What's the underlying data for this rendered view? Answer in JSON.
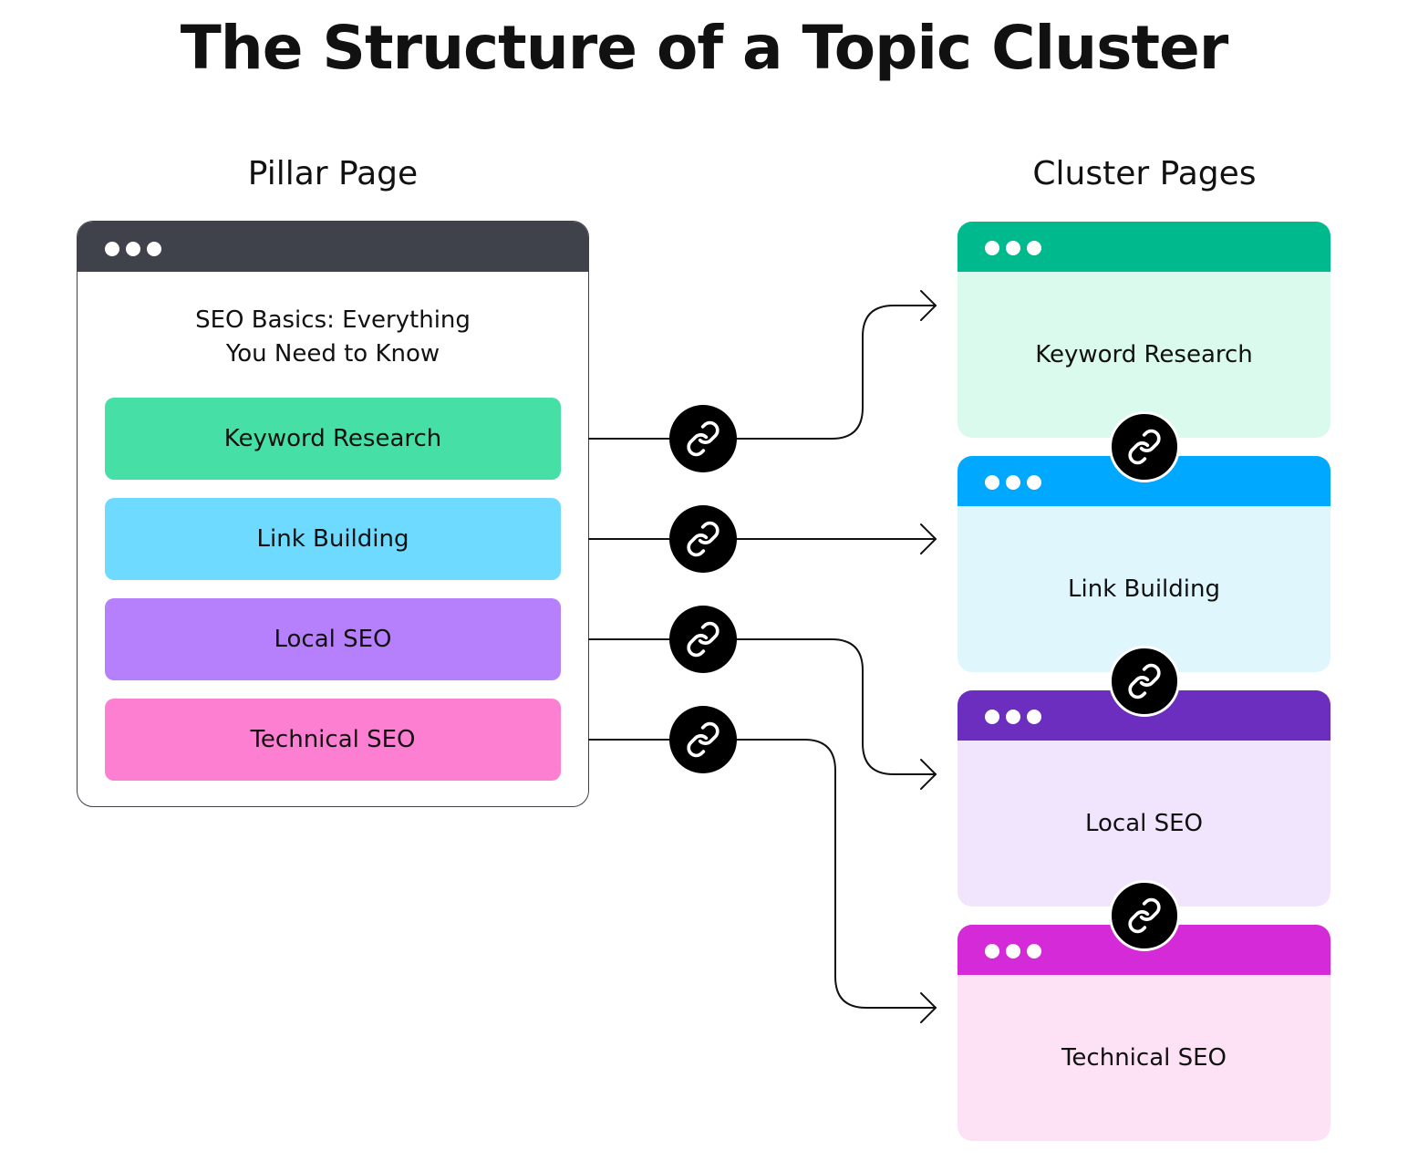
{
  "title": "The Structure of a Topic Cluster",
  "pillar": {
    "label": "Pillar Page",
    "heading_line1": "SEO Basics: Everything",
    "heading_line2": "You Need to Know",
    "bar_color": "#3f414b",
    "sections": [
      {
        "label": "Keyword Research",
        "color": "#46e0a6"
      },
      {
        "label": "Link Building",
        "color": "#6fdaff"
      },
      {
        "label": "Local SEO",
        "color": "#b680fd"
      },
      {
        "label": "Technical SEO",
        "color": "#fd7fd2"
      }
    ]
  },
  "cluster": {
    "label": "Cluster Pages",
    "pages": [
      {
        "label": "Keyword Research",
        "bar_color": "#00b98d",
        "body_color": "#dafaee"
      },
      {
        "label": "Link Building",
        "bar_color": "#00a8ff",
        "body_color": "#dff6fd"
      },
      {
        "label": "Local SEO",
        "bar_color": "#6b2ebf",
        "body_color": "#f1e4fd"
      },
      {
        "label": "Technical SEO",
        "bar_color": "#d52ad8",
        "body_color": "#fde2f6"
      }
    ]
  },
  "icons": {
    "link": "link-icon",
    "window_dots": "window-dots-icon",
    "arrow": "arrow-right-icon"
  }
}
